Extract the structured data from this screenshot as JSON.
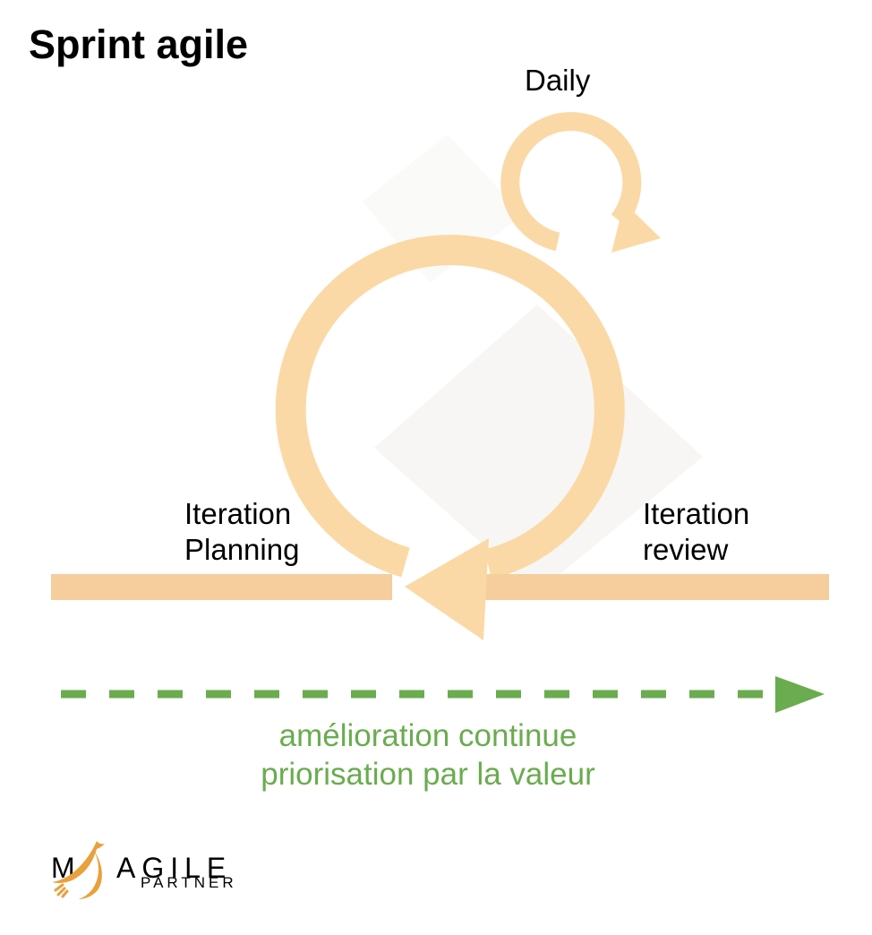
{
  "title": "Sprint agile",
  "labels": {
    "daily": "Daily",
    "iteration_planning_line1": "Iteration",
    "iteration_planning_line2": "Planning",
    "iteration_review_line1": "Iteration",
    "iteration_review_line2": "review",
    "improvement_line1": "amélioration continue",
    "improvement_line2": "priorisation par la valeur"
  },
  "logo": {
    "prefix": "M",
    "name": "AGILE",
    "subtitle": "PARTNER"
  },
  "icons": {
    "sprint_loop": "circular-arrow-icon",
    "daily_loop": "circular-arrow-icon",
    "improvement_arrow": "dashed-right-arrow-icon",
    "logo_bird": "bird-icon"
  },
  "colors": {
    "loop_peach": "#FBD9A6",
    "bar_peach": "#F6CD9D",
    "green": "#6AAC4F",
    "logo_orange": "#E8A13C",
    "text": "#000000"
  }
}
